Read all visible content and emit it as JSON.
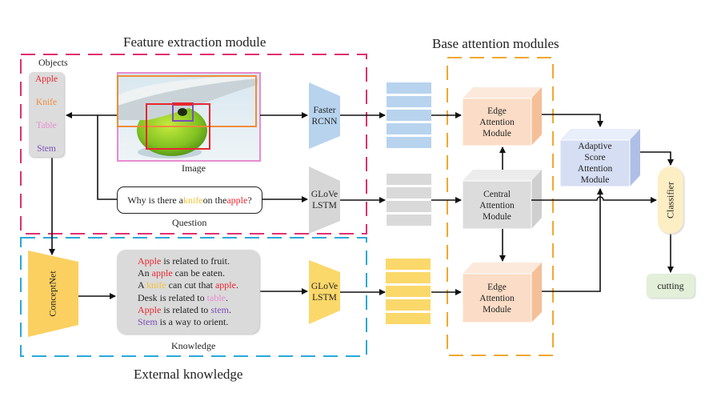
{
  "sections": {
    "feature_extraction": "Feature extraction module",
    "base_attention": "Base attention modules",
    "external_knowledge": "External knowledge"
  },
  "objects": {
    "heading": "Objects",
    "items": [
      {
        "text": "Apple",
        "color": "#e8262f"
      },
      {
        "text": "Knife",
        "color": "#f08c3a"
      },
      {
        "text": "Table",
        "color": "#e88bd0"
      },
      {
        "text": "Stem",
        "color": "#7a4fb8"
      }
    ]
  },
  "image": {
    "caption": "Image",
    "boxes": [
      {
        "object": "Table",
        "color": "#e88bd0"
      },
      {
        "object": "Knife",
        "color": "#f08c3a"
      },
      {
        "object": "Apple",
        "color": "#e8262f"
      },
      {
        "object": "Stem",
        "color": "#7a4fb8"
      }
    ]
  },
  "question": {
    "caption": "Question",
    "segments": [
      {
        "text": "Why is there a ",
        "color": null
      },
      {
        "text": "knife",
        "color": "#f7c23a"
      },
      {
        "text": " on the ",
        "color": null
      },
      {
        "text": "apple",
        "color": "#e8262f"
      },
      {
        "text": "?",
        "color": null
      }
    ]
  },
  "knowledge": {
    "caption": "Knowledge",
    "lines": [
      [
        {
          "text": "Apple",
          "c": "red"
        },
        {
          "text": " is related to fruit.",
          "c": ""
        }
      ],
      [
        {
          "text": "An ",
          "c": ""
        },
        {
          "text": "apple",
          "c": "red"
        },
        {
          "text": " can be eaten.",
          "c": ""
        }
      ],
      [
        {
          "text": "A ",
          "c": ""
        },
        {
          "text": "knife",
          "c": "yellow"
        },
        {
          "text": " can cut that ",
          "c": ""
        },
        {
          "text": "apple",
          "c": "red"
        },
        {
          "text": ".",
          "c": ""
        }
      ],
      [
        {
          "text": "Desk is related to ",
          "c": ""
        },
        {
          "text": "table",
          "c": "pink"
        },
        {
          "text": ".",
          "c": ""
        }
      ],
      [
        {
          "text": "Apple",
          "c": "red"
        },
        {
          "text": " is related to ",
          "c": ""
        },
        {
          "text": "stem",
          "c": "purple"
        },
        {
          "text": ".",
          "c": ""
        }
      ],
      [
        {
          "text": "Stem",
          "c": "purple"
        },
        {
          "text": " is a way to orient.",
          "c": ""
        }
      ]
    ]
  },
  "encoders": {
    "faster_rcnn": [
      "Faster",
      "RCNN"
    ],
    "glove_question": [
      "GLoVe",
      "LSTM"
    ],
    "conceptnet": "ConceptNet",
    "glove_knowledge": [
      "GLoVe",
      "LSTM"
    ]
  },
  "modules": {
    "edge_top": [
      "Edge",
      "Attention",
      "Module"
    ],
    "central": [
      "Central",
      "Attention",
      "Module"
    ],
    "edge_bottom": [
      "Edge",
      "Attention",
      "Module"
    ],
    "adaptive": [
      "Adaptive",
      "Score",
      "Attention",
      "Module"
    ]
  },
  "classifier": "Classifier",
  "output": "cutting",
  "colors": {
    "feature_border": "#e0306f",
    "knowledge_border": "#2aa8d8",
    "attention_border": "#f0a830",
    "blue": "#b7d3ee",
    "gray": "#d9d9d9",
    "yellow": "#fbd86a",
    "peach": "#fbdcc6",
    "lavender": "#d5def3"
  }
}
